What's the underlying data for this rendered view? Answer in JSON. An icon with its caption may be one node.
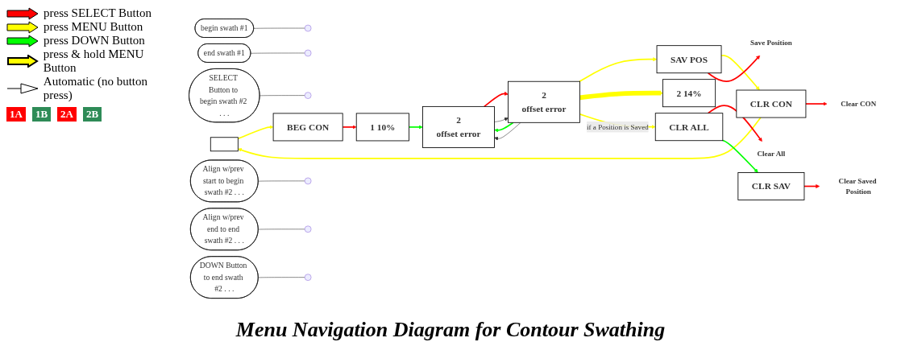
{
  "diagram": {
    "title": "Menu Navigation Diagram for Contour Swathing",
    "nodes": [
      {
        "text": [],
        "shape": "box"
      },
      {
        "text": [
          "BEG CON"
        ]
      },
      {
        "text": [
          "1 10%"
        ]
      },
      {
        "text": [
          "2",
          "offset error"
        ]
      },
      {
        "text": [
          "2",
          "offset error"
        ]
      },
      {
        "text": [
          "SAV POS"
        ]
      },
      {
        "text": [
          "CLR CON"
        ]
      },
      {
        "text": [
          "Clear CON"
        ]
      },
      {
        "text": [
          "Save Position"
        ]
      },
      {
        "text": [
          "2 14%"
        ]
      },
      {
        "text": [
          "CLR ALL"
        ]
      },
      {
        "text": [
          "Clear All"
        ]
      },
      {
        "text": [
          "CLR SAV"
        ]
      },
      {
        "text": [
          "Clear Saved Position"
        ]
      },
      {
        "text": [
          "begin swath #1"
        ]
      },
      {
        "text": [
          "end swath #1"
        ]
      },
      {
        "text": [
          "SELECT Button to begin swath #2 . . ."
        ]
      },
      {
        "text": [
          "Align w/prev start to begin swath #2 . . ."
        ]
      },
      {
        "text": [
          "Align w/prev end to end swath #2 . . ."
        ]
      },
      {
        "text": [
          "DOWN Button to end swath #2 . . ."
        ]
      }
    ],
    "edges": [
      {
        "from": 6,
        "to": 0,
        "arrow": "to",
        "color": "#ffff00"
      },
      {
        "from": 0,
        "to": 1,
        "arrow": "to",
        "color": "#ffff00"
      },
      {
        "from": 1,
        "to": 2,
        "arrow": "to",
        "color": "#ff0000"
      },
      {
        "from": 2,
        "to": 3,
        "arrow": "to",
        "color": "#00ff00"
      },
      {
        "from": 3,
        "to": 4,
        "arrow": "to",
        "color": "#ff0000"
      },
      {
        "from": 3,
        "to": 4,
        "arrow": "to"
      },
      {
        "from": 4,
        "to": 3,
        "arrow": "to",
        "color": "#00ff00"
      },
      {
        "from": 4,
        "to": 3,
        "arrow": "to"
      },
      {
        "from": 4,
        "to": 5,
        "arrow": "to",
        "color": "#ffff00"
      },
      {
        "from": 5,
        "to": 6,
        "arrow": "to",
        "color": "#ffff00"
      },
      {
        "from": 6,
        "to": 7,
        "arrow": "to",
        "color": "#ff0000"
      },
      {
        "from": 5,
        "to": 8,
        "arrow": "to",
        "color": "#ff0000"
      },
      {
        "from": 4,
        "to": 9,
        "arrow": "to",
        "style": "thick",
        "color": "#ffff00"
      },
      {
        "from": 4,
        "to": 10,
        "arrow": "to",
        "label": "if a Position is Saved",
        "color": "#ffff00"
      },
      {
        "from": 10,
        "to": 11,
        "arrow": "to",
        "color": "#ff0000"
      },
      {
        "from": 10,
        "to": 12,
        "arrow": "to",
        "color": "#00ff00"
      },
      {
        "from": 12,
        "to": 13,
        "arrow": "to",
        "color": "#ff0000"
      },
      {
        "from": 14,
        "to": null,
        "arrow": "none"
      },
      {
        "from": 15,
        "to": null,
        "arrow": "none"
      },
      {
        "from": 16,
        "to": null,
        "arrow": "none"
      },
      {
        "from": 17,
        "to": null,
        "arrow": "none"
      },
      {
        "from": 18,
        "to": null,
        "arrow": "none"
      },
      {
        "from": 19,
        "to": null,
        "arrow": "none"
      }
    ],
    "labels": [
      "1A",
      "1B",
      "2A",
      "2B"
    ],
    "legend": [
      {
        "text": "press SELECT Button",
        "color": "#ff0000"
      },
      {
        "text": "press MENU Button",
        "color": "#ffff00"
      },
      {
        "text": "press DOWN Button",
        "color": "#00ff00"
      },
      {
        "text": "press & hold MENU Button"
      },
      {
        "text": "Automatic (no button press)"
      }
    ]
  }
}
